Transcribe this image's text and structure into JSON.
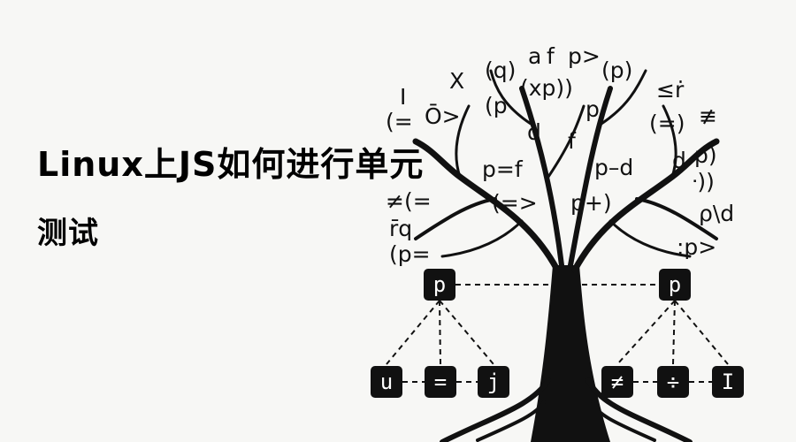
{
  "title": {
    "line1": "Linux上JS如何进行单元",
    "line2": "测试"
  },
  "illustration": {
    "parent_nodes": [
      "p",
      "p"
    ],
    "left_children": [
      "u",
      "=",
      "j"
    ],
    "right_children": [
      "≠",
      "÷",
      "I"
    ],
    "canopy_glyphs": [
      "(q)",
      "a",
      "f",
      "p>",
      "(p)",
      "X",
      "(xp))",
      "≤ṙ",
      "I",
      "Ō>",
      "(p",
      "p",
      "d",
      "f",
      "(=)",
      "≢",
      "(=",
      "p=f",
      "p–d",
      "d",
      "p)",
      "≠(=",
      "ᐧ))",
      "(=>",
      "p+)",
      "ρ\\d",
      "r̄q",
      "(p=",
      ":p>"
    ]
  }
}
